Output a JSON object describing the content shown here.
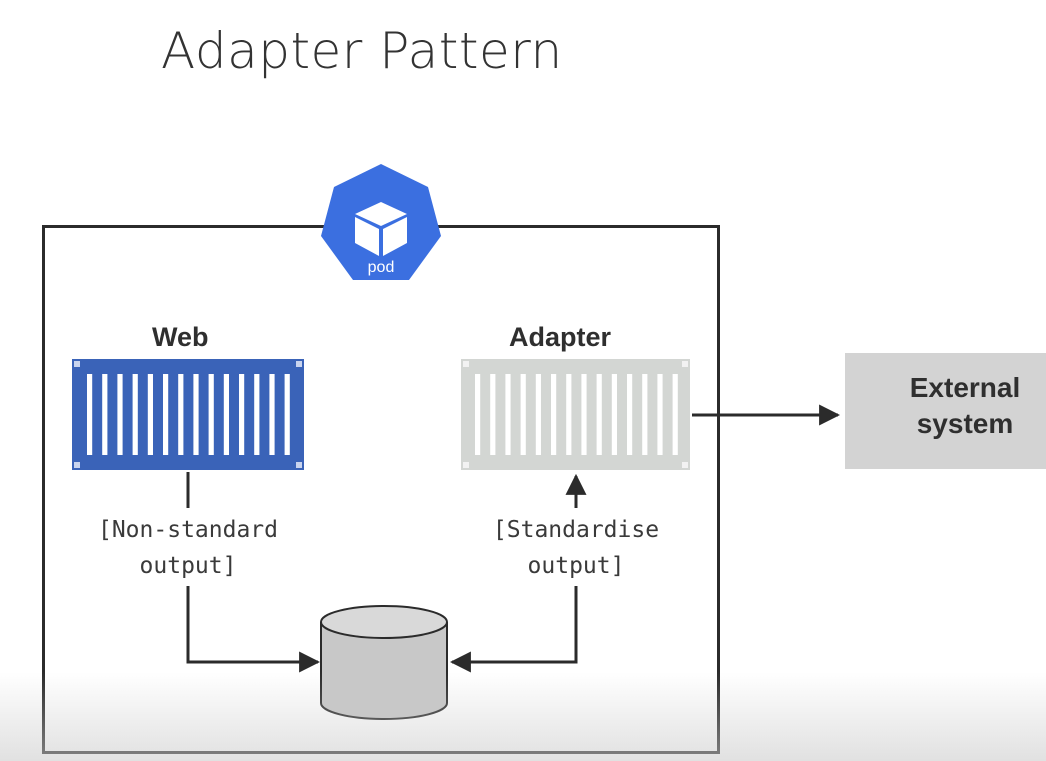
{
  "title": "Adapter Pattern",
  "pod": {
    "label": "pod",
    "color": "#3b6fe0"
  },
  "web": {
    "label": "Web",
    "color": "#3a63b8",
    "output_line1": "[Non-standard",
    "output_line2": "output]"
  },
  "adapter": {
    "label": "Adapter",
    "color": "#d3d6d3",
    "output_line1": "[Standardise",
    "output_line2": "output]"
  },
  "external": {
    "line1": "External",
    "line2": "system",
    "color": "#d3d3d3"
  },
  "storage": {
    "icon": "storage-cylinder-icon",
    "color": "#c8c8c8"
  }
}
